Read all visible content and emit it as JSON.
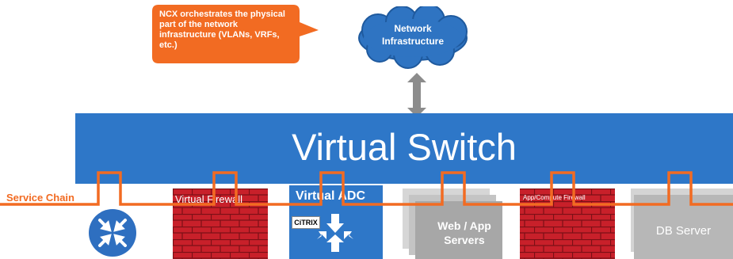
{
  "callout": {
    "text": "NCX orchestrates the physical\npart of the network\ninfrastructure (VLANs, VRFs,\netc.)"
  },
  "cloud": {
    "label": "Network\nInfrastructure"
  },
  "virtual_switch": {
    "label": "Virtual Switch"
  },
  "service_chain": {
    "label": "Service Chain"
  },
  "services": {
    "router": {
      "icon": "router-icon"
    },
    "virtual_firewall": {
      "label": "Virtual Firewall"
    },
    "virtual_adc": {
      "label": "Virtual ADC",
      "vendor_logo": "CiTRIX"
    },
    "web_app_servers": {
      "label": "Web / App\nServers"
    },
    "app_compute_firewall": {
      "label": "App/Compute Firewall"
    },
    "db_server": {
      "label": "DB Server"
    }
  },
  "colors": {
    "switch_blue": "#2e77c8",
    "callout_orange": "#f26b22",
    "chain_orange": "#f26b22",
    "firewall_red": "#c8202a",
    "cloud_blue": "#2f74c2",
    "server_gray": "#b7b7b7"
  }
}
